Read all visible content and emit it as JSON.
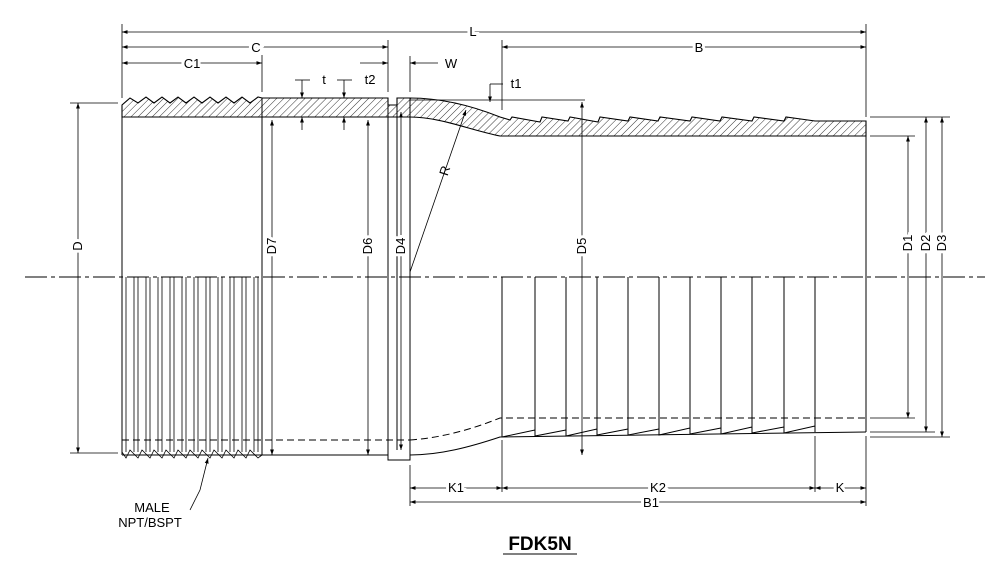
{
  "title": "FDK5N",
  "thread_note": [
    "MALE",
    "NPT/BSPT"
  ],
  "dimensions": {
    "L": "L",
    "C": "C",
    "C1": "C1",
    "B": "B",
    "W": "W",
    "t": "t",
    "t2": "t2",
    "t1": "t1",
    "R": "R",
    "D": "D",
    "D7": "D7",
    "D6": "D6",
    "D4": "D4",
    "D5": "D5",
    "D1": "D1",
    "D2": "D2",
    "D3": "D3",
    "K1": "K1",
    "K2": "K2",
    "K": "K",
    "B1": "B1"
  }
}
